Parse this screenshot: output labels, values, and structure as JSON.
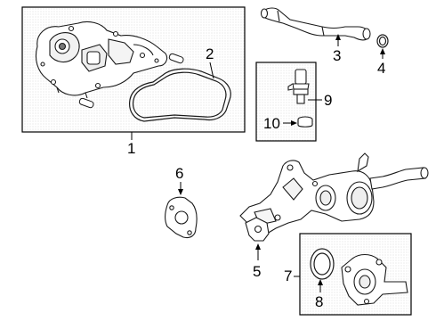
{
  "diagram": {
    "callouts": {
      "c1": "1",
      "c2": "2",
      "c3": "3",
      "c4": "4",
      "c5": "5",
      "c6": "6",
      "c7": "7",
      "c8": "8",
      "c9": "9",
      "c10": "10"
    },
    "colors": {
      "line": "#1a1a1a",
      "box": "#000000",
      "shading": "#8a8a8a",
      "background": "#ffffff"
    }
  }
}
